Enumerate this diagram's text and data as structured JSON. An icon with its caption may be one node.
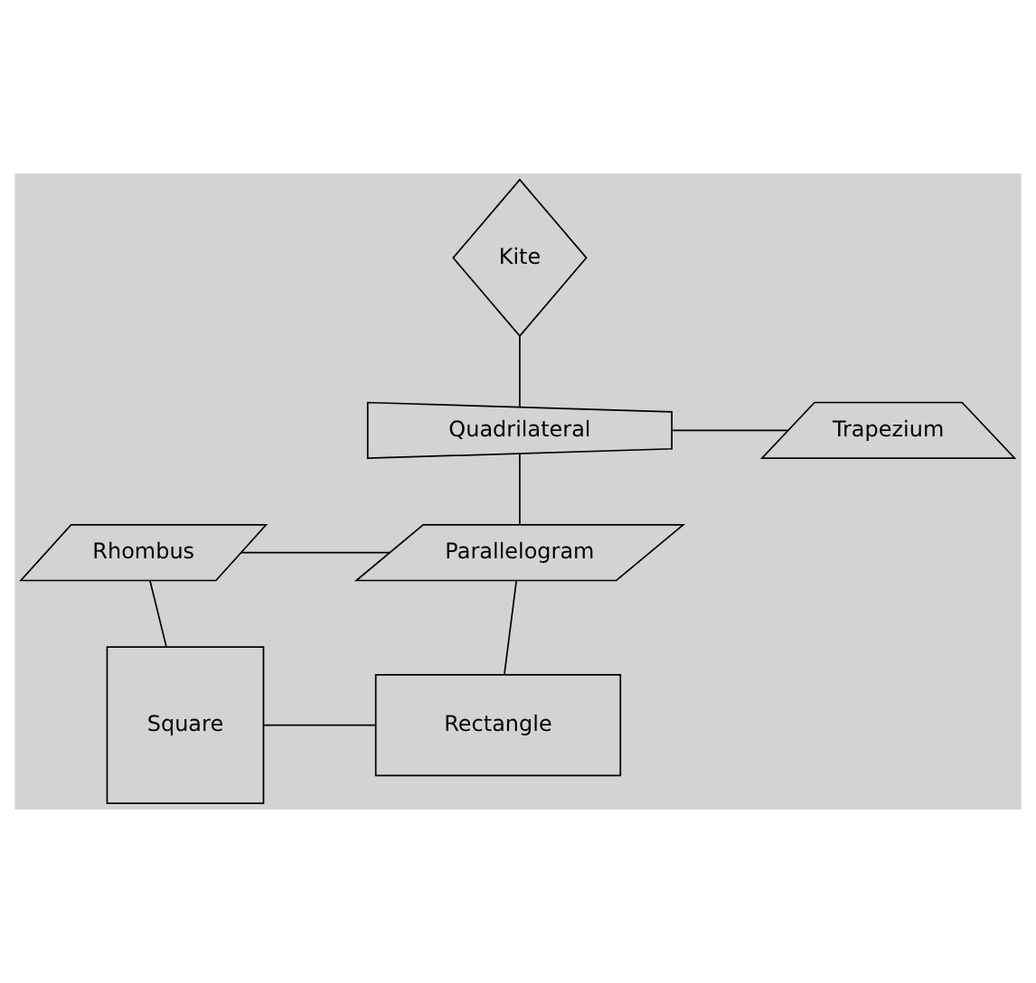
{
  "diagram": {
    "nodes": [
      {
        "text": [
          "Kite"
        ]
      },
      {
        "text": [
          "Quadrilateral"
        ]
      },
      {
        "text": [
          "Trapezium"
        ]
      },
      {
        "text": [
          "Rhombus"
        ]
      },
      {
        "text": [
          "Parallelogram"
        ]
      },
      {
        "text": [
          "Square"
        ]
      },
      {
        "text": [
          "Rectangle"
        ]
      }
    ],
    "edges": [
      {
        "from": 0,
        "to": 1,
        "arrow": "none"
      },
      {
        "from": 1,
        "to": 2,
        "arrow": "none"
      },
      {
        "from": 1,
        "to": 4,
        "arrow": "none"
      },
      {
        "from": 3,
        "to": 4,
        "arrow": "none"
      },
      {
        "from": 3,
        "to": 5,
        "arrow": "none"
      },
      {
        "from": 4,
        "to": 6,
        "arrow": "none"
      },
      {
        "from": 5,
        "to": 6,
        "arrow": "none"
      }
    ]
  }
}
